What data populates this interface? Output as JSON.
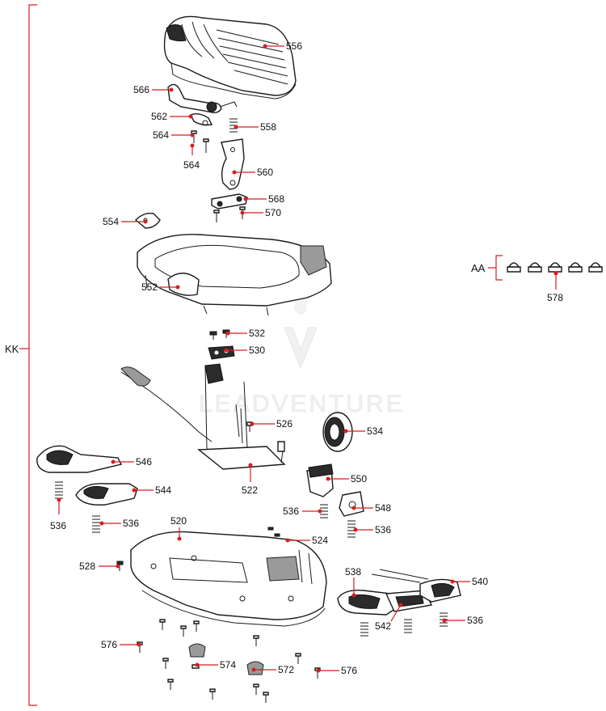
{
  "watermark": "LEADVENTURE",
  "assembly_labels": {
    "main": "KK",
    "sub": "AA"
  },
  "callouts": {
    "c556": "556",
    "c566": "566",
    "c562": "562",
    "c558": "558",
    "c564a": "564",
    "c564b": "564",
    "c560": "560",
    "c568": "568",
    "c554": "554",
    "c570": "570",
    "c552": "552",
    "c578": "578",
    "c532": "532",
    "c530": "530",
    "c526": "526",
    "c534": "534",
    "c522": "522",
    "c546": "546",
    "c550": "550",
    "c544": "544",
    "c536a": "536",
    "c536b": "536",
    "c536c": "536",
    "c536d": "536",
    "c536e": "536",
    "c548": "548",
    "c520": "520",
    "c524": "524",
    "c528": "528",
    "c538": "538",
    "c540": "540",
    "c542": "542",
    "c576a": "576",
    "c576b": "576",
    "c574": "574",
    "c572": "572"
  }
}
